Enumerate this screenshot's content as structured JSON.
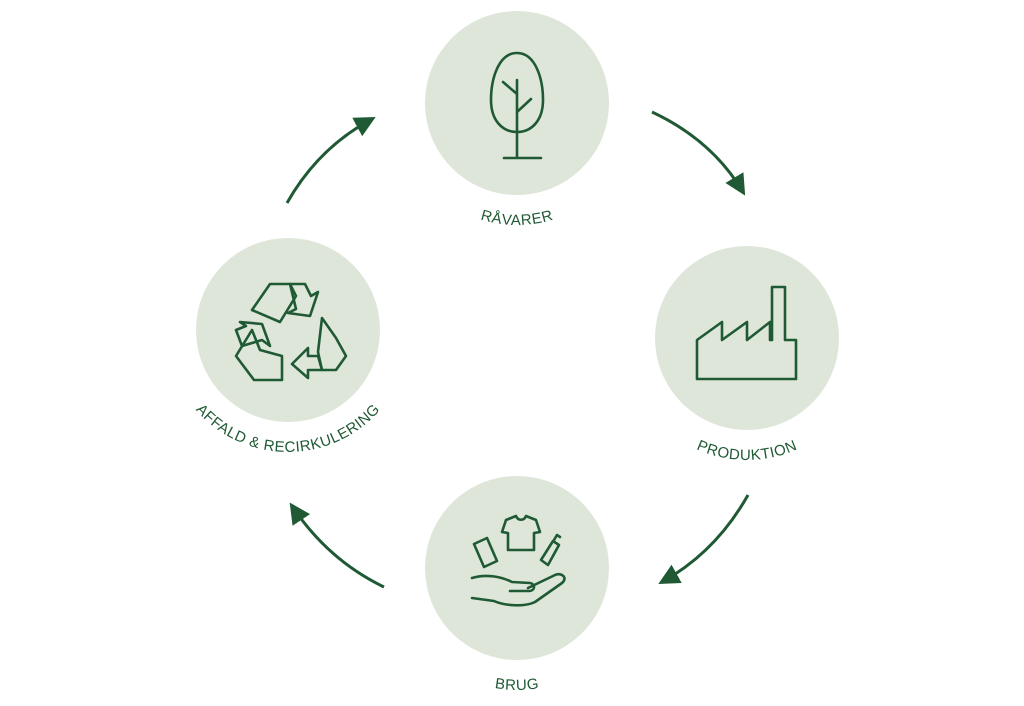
{
  "diagram": {
    "type": "cycle",
    "colors": {
      "accent": "#1f5a34",
      "circle": "#dde6d9"
    },
    "stages": [
      {
        "label": "RÅVARER",
        "icon": "tree-icon"
      },
      {
        "label": "PRODUKTION",
        "icon": "factory-icon"
      },
      {
        "label": "BRUG",
        "icon": "hand-with-products-icon"
      },
      {
        "label": "AFFALD & RECIRKULERING",
        "icon": "recycle-icon"
      }
    ]
  }
}
